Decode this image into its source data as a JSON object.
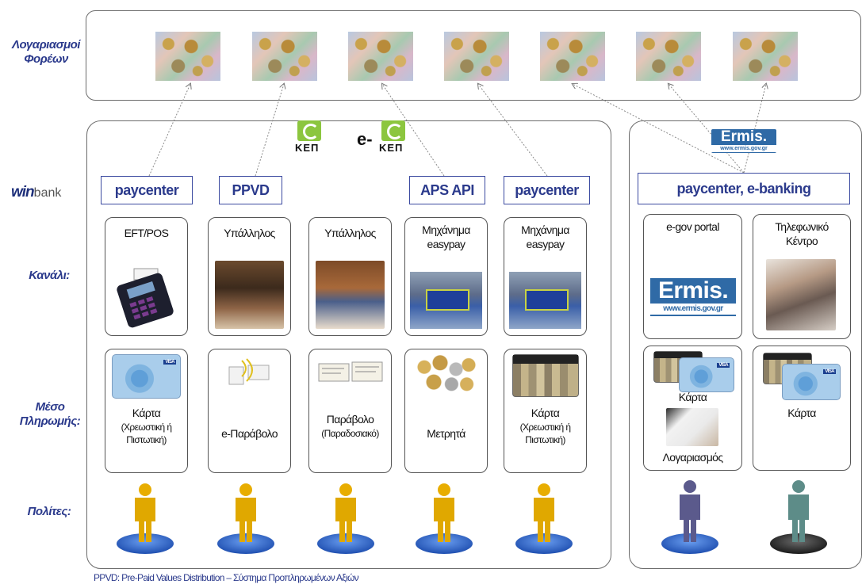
{
  "row_labels": {
    "accounts": [
      "Λογαριασμοί",
      "Φορέων"
    ],
    "channel": "Κανάλι:",
    "payment": [
      "Μέσο",
      "Πληρωμής:"
    ],
    "citizen": "Πολίτες:"
  },
  "bank": {
    "win": "win",
    "bank": "bank"
  },
  "kep": {
    "label": "ΚΕΠ",
    "e_prefix": "e-"
  },
  "services": [
    "paycenter",
    "PPVD",
    "APS API",
    "paycenter",
    "paycenter, e-banking"
  ],
  "channels": [
    {
      "title": "EFT/POS"
    },
    {
      "title": "Υπάλληλος"
    },
    {
      "title": "Υπάλληλος"
    },
    {
      "title": "Μηχάνημα easypay"
    },
    {
      "title": "Μηχάνημα easypay"
    },
    {
      "title": "e-gov portal"
    },
    {
      "title": "Τηλεφωνικό Κέντρο"
    }
  ],
  "payments": [
    {
      "title": "Κάρτα",
      "sub": "(Χρεωστική ή Πιστωτική)"
    },
    {
      "title": "e-Παράβολο",
      "sub": ""
    },
    {
      "title": "Παράβολο",
      "sub": "(Παραδοσιακό)"
    },
    {
      "title": "Μετρητά",
      "sub": ""
    },
    {
      "title": "Κάρτα",
      "sub": "(Χρεωστική ή Πιστωτική)"
    },
    {
      "title": "Κάρτα",
      "sub": "Λογαριασμός"
    },
    {
      "title": "Κάρτα",
      "sub": ""
    }
  ],
  "ermis": {
    "name": "Ermis.",
    "url": "www.ermis.gov.gr"
  },
  "footnote": "PPVD: Pre-Paid Values Distribution – Σύστημα Προπληρωμένων Αξιών",
  "colors": {
    "label_blue": "#2b3a8c",
    "citizen_gold": "#e0a800",
    "citizen_purple": "#5b5a8c",
    "citizen_teal": "#5d8c88",
    "platform_blue": "#2a63c8"
  }
}
